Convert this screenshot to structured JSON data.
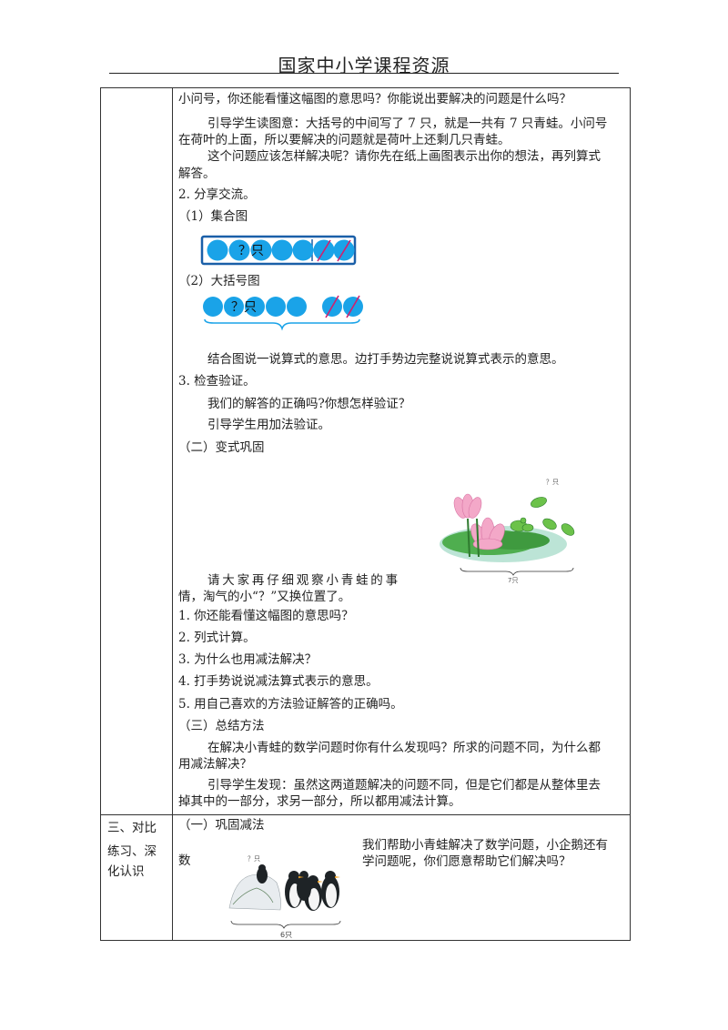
{
  "header": {
    "title": "国家中小学课程资源"
  },
  "main": {
    "p1": "小问号，你还能看懂这幅图的意思吗？你能说出要解决的问题是什么吗？",
    "p2a": "引导学生读图意：大括号的中间写了 7 只，就是一共有 7 只青蛙。小问号",
    "p2b": "在荷叶的上面，所以要解决的问题就是荷叶上还剩几只青蛙。",
    "p3a": "这个问题应该怎样解决呢？请你先在纸上画图表示出你的想法，再列算式",
    "p3b": "解答。",
    "s2": "2. 分享交流。",
    "s2_1": "（1）集合图",
    "s2_2": "（2）大括号图",
    "diagram_q": "？只",
    "p4": "结合图说一说算式的意思。边打手势边完整说说算式表示的意思。",
    "s3": "3. 检查验证。",
    "p5": "我们的解答的正确吗?你想怎样验证？",
    "p6": "引导学生用加法验证。",
    "sec2": "（二）变式巩固",
    "frog_q": "？只",
    "frog_total": "7只",
    "p7a": "请大家再仔细观察小青蛙的事",
    "p7b": "情，淘气的小“？”又换位置了。",
    "q1": "1. 你还能看懂这幅图的意思吗？",
    "q2": "2. 列式计算。",
    "q3": "3. 为什么也用减法解决？",
    "q4": "4. 打手势说说减法算式表示的意思。",
    "q5": "5. 用自己喜欢的方法验证解答的正确吗。",
    "sec3": "（三）总结方法",
    "p8a": "在解决小青蛙的数学问题时你有什么发现吗？所求的问题不同，为什么都",
    "p8b": "用减法解决？",
    "p9a": "引导学生发现：虽然这两道题解决的问题不同，但是它们都是从整体里去",
    "p9b": "掉其中的一部分，求另一部分，所以都用减法计算。"
  },
  "bottom": {
    "left_cell": [
      "三、对比",
      "练习、深",
      "化认识"
    ],
    "sub1": "（一）巩固减法",
    "sub1_tail": "数",
    "right_a": "我们帮助小青蛙解决了数学问题，小企鹅还有",
    "right_b": "学问题呢，你们愿意帮助它们解决吗？",
    "penguin_q": "？只",
    "penguin_total": "6只"
  }
}
